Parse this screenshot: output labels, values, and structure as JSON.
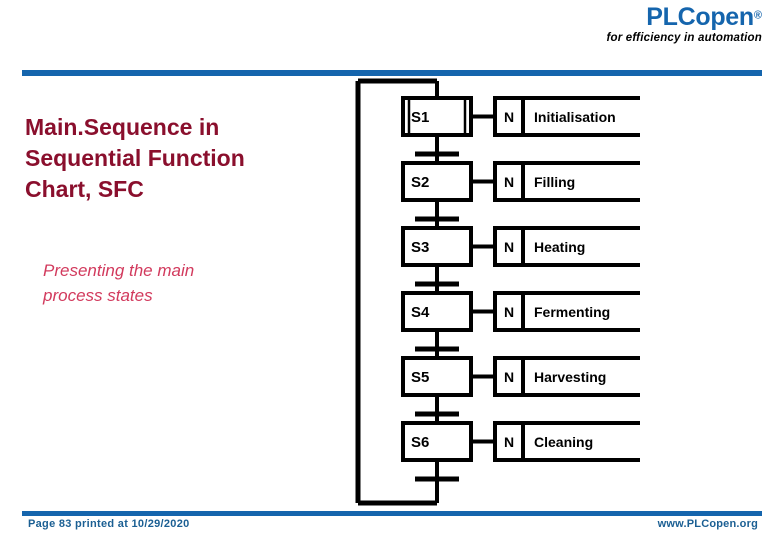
{
  "header": {
    "brand": "PLCopen",
    "brand_mark": "®",
    "tagline": "for efficiency in automation",
    "brand_color": "#1565ad",
    "rule_color": "#1565ad"
  },
  "body": {
    "title": "Main.Sequence in Sequential Function Chart, SFC",
    "title_lines": [
      "Main.Sequence in",
      "Sequential Function",
      "Chart, SFC"
    ],
    "title_color": "#8a0f2d",
    "subtitle_lines": [
      "Presenting the main",
      "process states"
    ],
    "subtitle_color": "#d23a5d"
  },
  "diagram": {
    "type": "sequential-function-chart",
    "loop_back": true,
    "steps": [
      {
        "name": "S1",
        "initial": true,
        "qualifier": "N",
        "action": "Initialisation"
      },
      {
        "name": "S2",
        "initial": false,
        "qualifier": "N",
        "action": "Filling"
      },
      {
        "name": "S3",
        "initial": false,
        "qualifier": "N",
        "action": "Heating"
      },
      {
        "name": "S4",
        "initial": false,
        "qualifier": "N",
        "action": "Fermenting"
      },
      {
        "name": "S5",
        "initial": false,
        "qualifier": "N",
        "action": "Harvesting"
      },
      {
        "name": "S6",
        "initial": false,
        "qualifier": "N",
        "action": "Cleaning"
      }
    ]
  },
  "footer": {
    "left": "Page  83  printed at  10/29/2020",
    "right": "www.PLCopen.org",
    "color": "#1b5f93"
  }
}
